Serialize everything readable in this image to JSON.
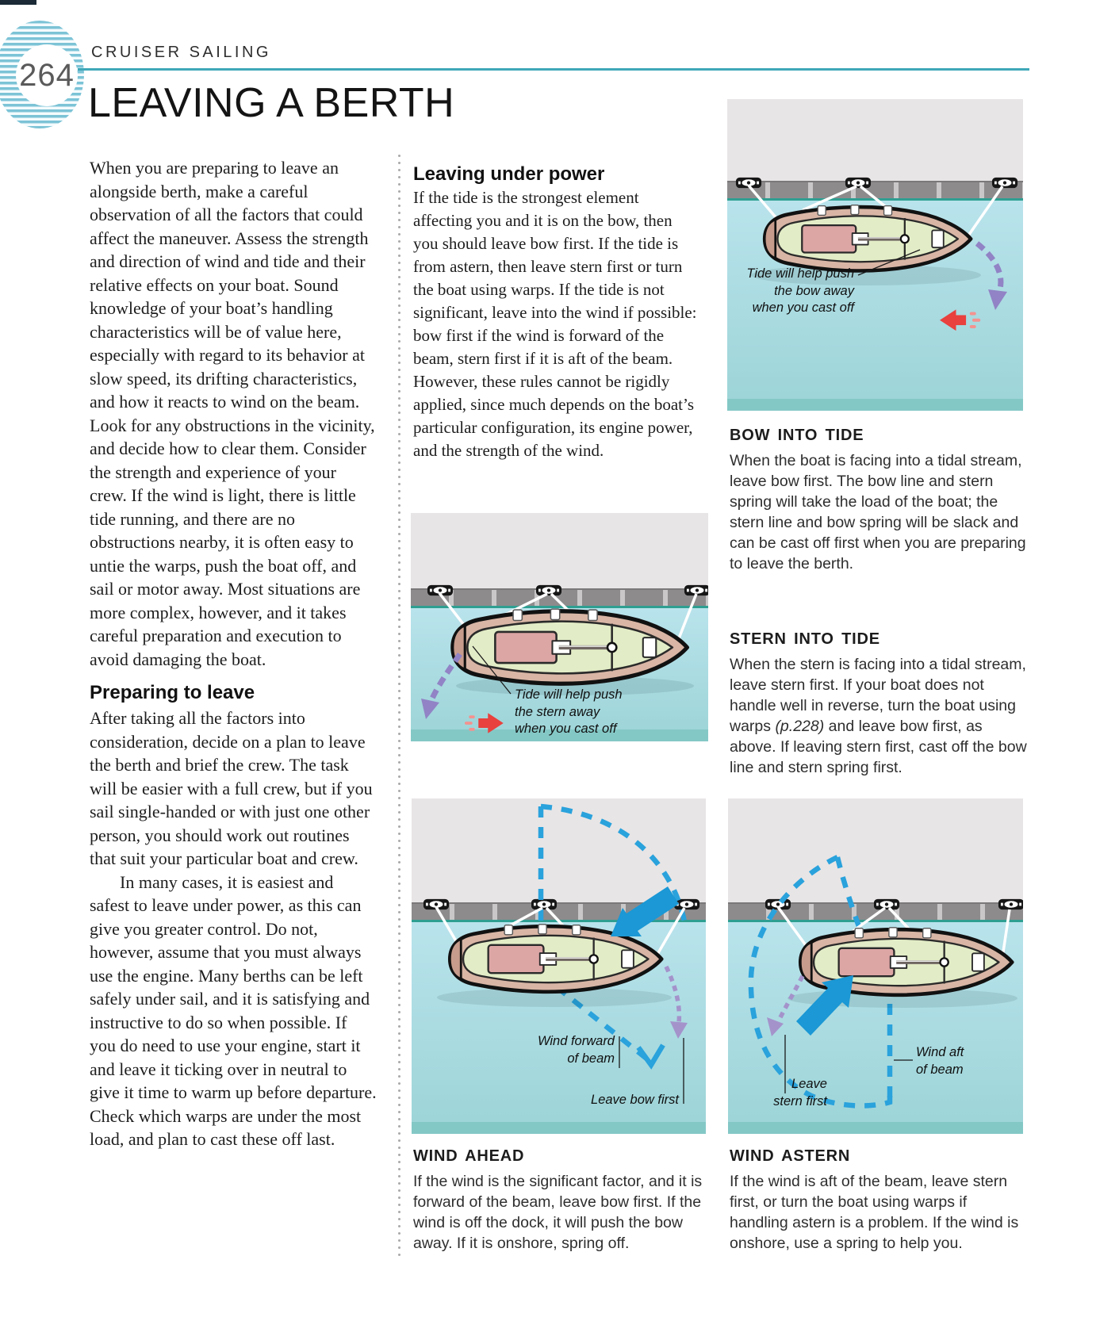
{
  "page": {
    "number": "264",
    "section": "CRUISER SAILING",
    "title": "LEAVING A BERTH"
  },
  "left_column": {
    "intro": "When you are preparing to leave an alongside berth, make a careful observation of all the factors that could affect the maneuver. Assess the strength and direction of wind and tide and their relative effects on your boat. Sound knowledge of your boat’s handling characteristics will be of value here, especially with regard to its behavior at slow speed, its drifting characteristics, and how it reacts to wind on the beam. Look for any obstructions in the vicinity, and decide how to clear them. Consider the strength and experience of your crew. If the wind is light, there is little tide running, and there are no obstructions nearby, it is often easy to untie the warps, push the boat off, and sail or motor away. Most situations are more complex, however, and it takes careful preparation and execution to avoid damaging the boat.",
    "preparing": {
      "heading": "Preparing to leave",
      "p1": "After taking all the factors into consideration, decide on a plan to leave the berth and brief the crew. The task will be easier with a full crew, but if you sail single-handed or with just one other person, you should work out routines that suit your particular boat and crew.",
      "p2": "In many cases, it is easiest and safest to leave under power, as this can give you greater control. Do not, however, assume that you must always use the engine. Many berths can be left safely under sail, and it is satisfying and instructive to do so when possible. If you do need to use your engine, start it and leave it ticking over in neutral to give it time to warm up before departure. Check which warps are under the most load, and plan to cast these off last."
    }
  },
  "middle_column": {
    "leaving_under_power": {
      "heading": "Leaving under power",
      "body": "If the tide is the strongest element affecting you and it is on the bow, then you should leave bow first. If the tide is from astern, then leave stern first or turn the boat using warps. If the tide is not significant, leave into the wind if possible: bow first if the wind is forward of the beam, stern first if it is aft of the beam. However, these rules cannot be rigidly applied, since much depends on the boat’s particular configuration, its engine power, and the strength of the wind."
    }
  },
  "figures": {
    "bow_into_tide": {
      "label_lines": [
        "Tide will help push",
        "the bow away",
        "when you cast off"
      ],
      "caption_title": "BOW INTO TIDE",
      "caption_body": "When the boat is facing into a tidal stream, leave bow first. The bow line and stern spring will take the load of the boat; the stern line and bow spring will be slack and can be cast off first when you are preparing to leave the berth."
    },
    "stern_into_tide": {
      "label_lines": [
        "Tide will help push",
        "the stern away",
        "when you cast off"
      ],
      "caption_title": "STERN INTO TIDE",
      "caption_body_1": "When the stern is facing into a tidal stream, leave stern first. If your boat does not handle well in reverse, turn the boat using warps ",
      "caption_ref": "(p.228)",
      "caption_body_2": " and leave bow first, as above. If leaving stern first, cast off the bow line and stern spring first."
    },
    "wind_ahead": {
      "label_wind_lines": [
        "Wind forward",
        "of beam"
      ],
      "label_leave": "Leave bow first",
      "caption_title": "WIND AHEAD",
      "caption_body": "If the wind is the significant factor, and it is forward of the beam, leave bow first. If the wind is off the dock, it will push the bow away. If it is onshore, spring off."
    },
    "wind_astern": {
      "label_wind_lines": [
        "Wind aft",
        "of beam"
      ],
      "label_leave_lines": [
        "Leave",
        "stern first"
      ],
      "caption_title": "WIND ASTERN",
      "caption_body": "If the wind is aft of the beam, leave stern first, or turn the boat using warps if handling astern is a problem. If the wind is onshore, use a spring to help you."
    }
  },
  "colors": {
    "accent_teal": "#3fa8b8",
    "dock_teal": "#2f9f92",
    "water_light": "#b9e3ec",
    "water_deep": "#84c8c6",
    "tide_red": "#e8413e",
    "wind_blue": "#1b98d5",
    "turn_purple": "#9183c5",
    "hull_tan": "#d8b5a5",
    "deck_green": "#e2ecc6",
    "cabin_pink": "#dca6a5"
  }
}
